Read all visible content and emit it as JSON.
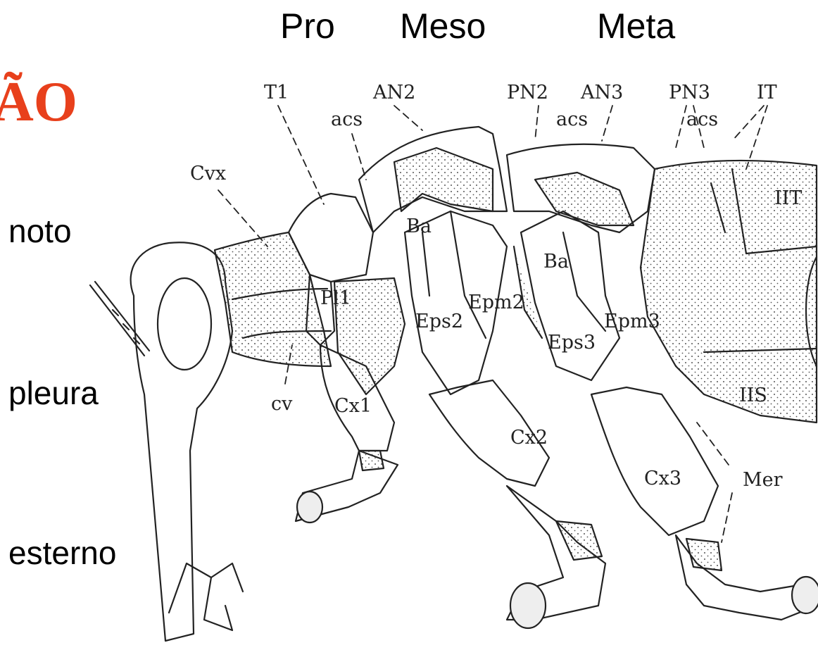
{
  "header": {
    "segments": [
      "Pro",
      "Meso",
      "Meta"
    ],
    "title_fragment": "ÃO"
  },
  "regions": [
    "noto",
    "pleura",
    "esterno"
  ],
  "labels": {
    "T1": "T1",
    "AN2": "AN2",
    "acs": "acs",
    "PN2": "PN2",
    "AN3": "AN3",
    "PN3": "PN3",
    "IT": "IT",
    "Cvx": "Cvx",
    "IIT": "IIT",
    "Ba": "Ba",
    "Pl1": "Pl1",
    "Epm2": "Epm2",
    "Eps2": "Eps2",
    "Epm3": "Epm3",
    "Eps3": "Eps3",
    "cv": "cv",
    "Cx1": "Cx1",
    "Cx2": "Cx2",
    "IIS": "IIS",
    "Cx3": "Cx3",
    "Mer": "Mer"
  },
  "colors": {
    "title": "#e8401c",
    "stipple": "#555555"
  }
}
